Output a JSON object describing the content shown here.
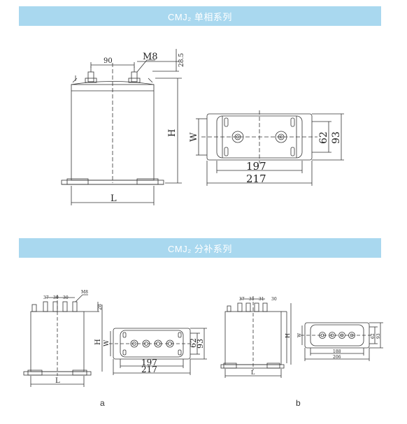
{
  "section_single": {
    "title": "CMJ₂ 单相系列",
    "dims": {
      "spacing": "90",
      "thread": "M8",
      "top_offset": "28.5",
      "height": "H",
      "length": "L",
      "width": "W",
      "in_dim": "62",
      "out_dim": "93",
      "inner_len": "197",
      "outer_len": "217"
    }
  },
  "section_split": {
    "title": "CMJ₂ 分补系列",
    "variant_a": {
      "label": "a",
      "top_offset": "28",
      "height": "H",
      "length": "L",
      "width": "W",
      "in_dim": "62",
      "out_dim": "93",
      "inner_len": "197",
      "outer_len": "217",
      "spacing_1": "37",
      "spacing_2": "30",
      "spacing_3": "30",
      "thread": "M8"
    },
    "variant_b": {
      "label": "b",
      "spacing_1": "37",
      "spacing_2": "31",
      "spacing_3": "31",
      "top_offset": "30",
      "height": "H",
      "length": "L",
      "width": "W",
      "inner_len": "188",
      "outer_len": "206",
      "in_dim": "62",
      "out_dim": "93"
    }
  },
  "colors": {
    "banner": "#a9d8ef",
    "line": "#333333"
  }
}
